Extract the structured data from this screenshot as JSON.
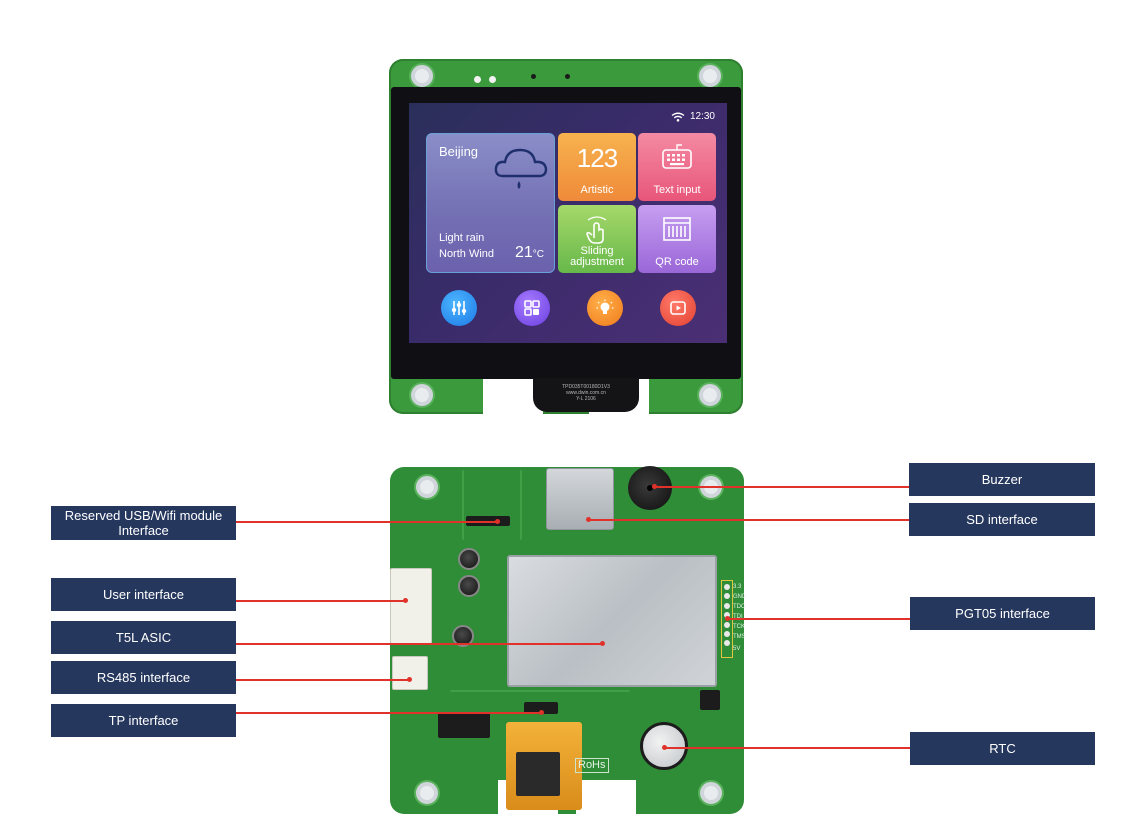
{
  "screen": {
    "status_time": "12:30",
    "weather": {
      "city": "Beijing",
      "condition_line1": "Light rain",
      "condition_line2": "North Wind",
      "temperature": "21",
      "unit": "°C"
    },
    "tiles": {
      "artistic_glyph": "123",
      "artistic_label": "Artistic",
      "text_input_label": "Text input",
      "sliding_label_line1": "Sliding",
      "sliding_label_line2": "adjustment",
      "qr_label": "QR code"
    },
    "icons": [
      "sliders-icon",
      "grid-icon",
      "bulb-icon",
      "play-icon"
    ]
  },
  "board": {
    "flex_cable_text_line1": "TPD035T00180D1V3",
    "flex_cable_text_line2": "www.dwin.com.cn",
    "flex_cable_text_line3": "Y-L 2106",
    "rohs_mark": "RoHs",
    "pgt_pins": [
      "3.3",
      "GND",
      "TDO",
      "TDI",
      "TCK",
      "TMS",
      "5V"
    ]
  },
  "callouts": {
    "reserved_usb_line1": "Reserved USB/Wifi module",
    "reserved_usb_line2": "Interface",
    "user_interface": "User interface",
    "t5l_asic": "T5L ASIC",
    "rs485": "RS485 interface",
    "tp_interface": "TP interface",
    "buzzer": "Buzzer",
    "sd_interface": "SD interface",
    "pgt05": "PGT05 interface",
    "rtc": "RTC"
  },
  "colors": {
    "label_bg": "#26375e",
    "callout_line": "#e0322a",
    "pcb_green": "#2f8c37"
  }
}
